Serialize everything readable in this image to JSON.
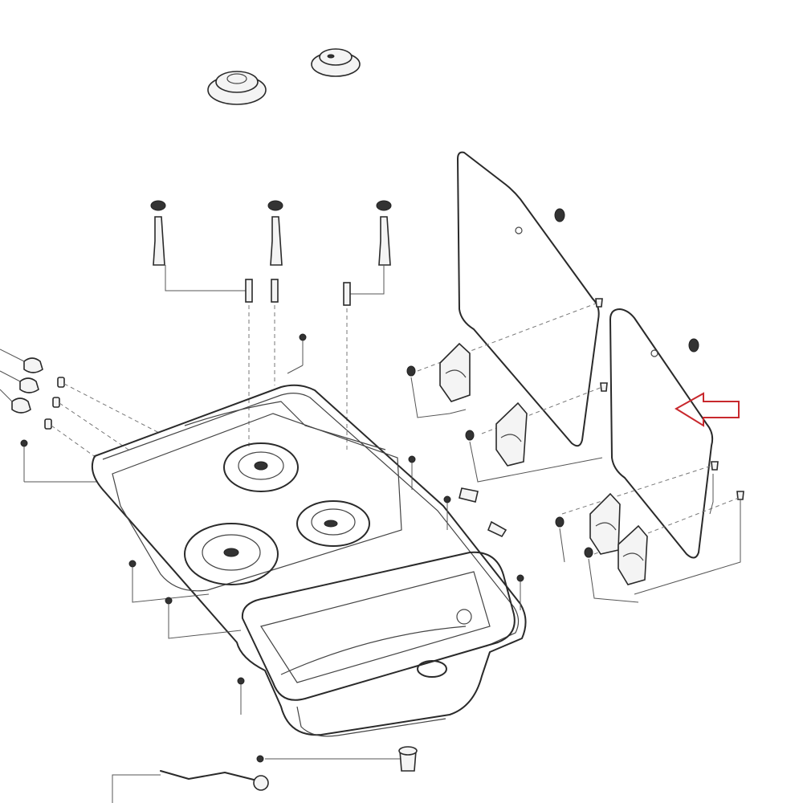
{
  "diagram": {
    "type": "exploded-parts-view",
    "subject": "hob-and-sink-combination-unit-with-glass-lids",
    "highlight": {
      "icon": "arrow-left-icon",
      "color": "#c8282d",
      "target": "right-glass-lid"
    },
    "line_color": "#2a2a2a",
    "background": "#ffffff"
  }
}
